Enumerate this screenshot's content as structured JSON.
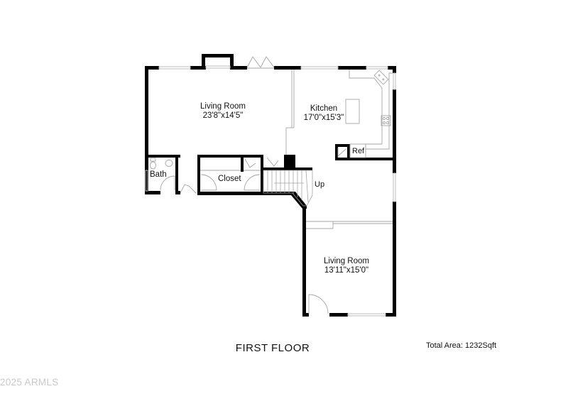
{
  "plan": {
    "floor_title": "FIRST FLOOR",
    "total_area": "Total Area: 1232Sqft",
    "watermark": "2025 ARMLS",
    "rooms": [
      {
        "id": "living-room-1",
        "name": "Living Room",
        "dimensions": "23'8\"x14'5\""
      },
      {
        "id": "kitchen",
        "name": "Kitchen",
        "dimensions": "17'0\"x15'3\""
      },
      {
        "id": "living-room-2",
        "name": "Living Room",
        "dimensions": "13'11\"x15'0\""
      }
    ],
    "labels": {
      "bath": "Bath",
      "closet": "Closet",
      "ref": "Ref",
      "stairs": "Up"
    },
    "colors": {
      "wall": "#000000",
      "window": "#bfbfbf",
      "fixture": "#a6a6a6",
      "watermark": "#c9c9c9"
    }
  }
}
